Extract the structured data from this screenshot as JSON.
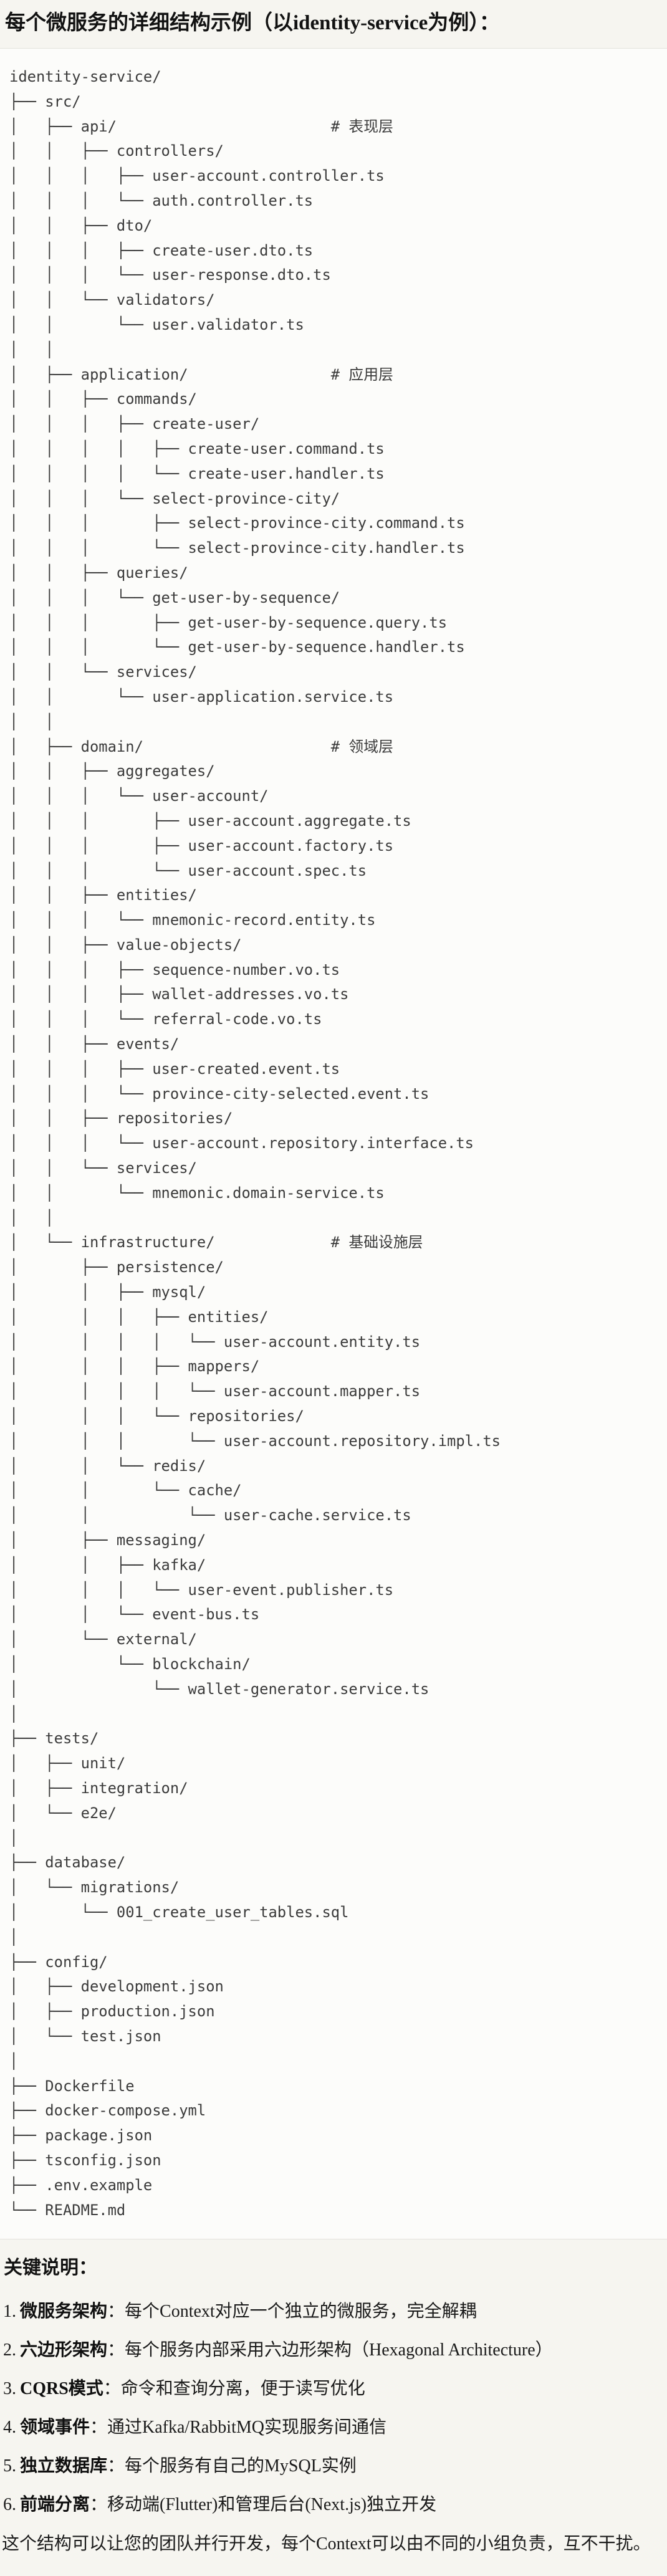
{
  "page": {
    "title": "每个微服务的详细结构示例（以identity-service为例）：",
    "background_color": "#f6f5f0",
    "code_block_background": "#fcfcfa",
    "code_block_border": "#e3e2dc",
    "tree_text_color": "#3b3b3b"
  },
  "file_tree": {
    "lines": [
      "identity-service/",
      "├── src/",
      "│   ├── api/                        # 表现层",
      "│   │   ├── controllers/",
      "│   │   │   ├── user-account.controller.ts",
      "│   │   │   └── auth.controller.ts",
      "│   │   ├── dto/",
      "│   │   │   ├── create-user.dto.ts",
      "│   │   │   └── user-response.dto.ts",
      "│   │   └── validators/",
      "│   │       └── user.validator.ts",
      "│   │",
      "│   ├── application/                # 应用层",
      "│   │   ├── commands/",
      "│   │   │   ├── create-user/",
      "│   │   │   │   ├── create-user.command.ts",
      "│   │   │   │   └── create-user.handler.ts",
      "│   │   │   └── select-province-city/",
      "│   │   │       ├── select-province-city.command.ts",
      "│   │   │       └── select-province-city.handler.ts",
      "│   │   ├── queries/",
      "│   │   │   └── get-user-by-sequence/",
      "│   │   │       ├── get-user-by-sequence.query.ts",
      "│   │   │       └── get-user-by-sequence.handler.ts",
      "│   │   └── services/",
      "│   │       └── user-application.service.ts",
      "│   │",
      "│   ├── domain/                     # 领域层",
      "│   │   ├── aggregates/",
      "│   │   │   └── user-account/",
      "│   │   │       ├── user-account.aggregate.ts",
      "│   │   │       ├── user-account.factory.ts",
      "│   │   │       └── user-account.spec.ts",
      "│   │   ├── entities/",
      "│   │   │   └── mnemonic-record.entity.ts",
      "│   │   ├── value-objects/",
      "│   │   │   ├── sequence-number.vo.ts",
      "│   │   │   ├── wallet-addresses.vo.ts",
      "│   │   │   └── referral-code.vo.ts",
      "│   │   ├── events/",
      "│   │   │   ├── user-created.event.ts",
      "│   │   │   └── province-city-selected.event.ts",
      "│   │   ├── repositories/",
      "│   │   │   └── user-account.repository.interface.ts",
      "│   │   └── services/",
      "│   │       └── mnemonic.domain-service.ts",
      "│   │",
      "│   └── infrastructure/             # 基础设施层",
      "│       ├── persistence/",
      "│       │   ├── mysql/",
      "│       │   │   ├── entities/",
      "│       │   │   │   └── user-account.entity.ts",
      "│       │   │   ├── mappers/",
      "│       │   │   │   └── user-account.mapper.ts",
      "│       │   │   └── repositories/",
      "│       │   │       └── user-account.repository.impl.ts",
      "│       │   └── redis/",
      "│       │       └── cache/",
      "│       │           └── user-cache.service.ts",
      "│       ├── messaging/",
      "│       │   ├── kafka/",
      "│       │   │   └── user-event.publisher.ts",
      "│       │   └── event-bus.ts",
      "│       └── external/",
      "│           └── blockchain/",
      "│               └── wallet-generator.service.ts",
      "│",
      "├── tests/",
      "│   ├── unit/",
      "│   ├── integration/",
      "│   └── e2e/",
      "│",
      "├── database/",
      "│   └── migrations/",
      "│       └── 001_create_user_tables.sql",
      "│",
      "├── config/",
      "│   ├── development.json",
      "│   ├── production.json",
      "│   └── test.json",
      "│",
      "├── Dockerfile",
      "├── docker-compose.yml",
      "├── package.json",
      "├── tsconfig.json",
      "├── .env.example",
      "└── README.md"
    ]
  },
  "notes": {
    "heading": "关键说明：",
    "items": [
      {
        "num": "1.",
        "label": "微服务架构",
        "text": "：每个Context对应一个独立的微服务，完全解耦"
      },
      {
        "num": "2.",
        "label": "六边形架构",
        "text": "：每个服务内部采用六边形架构（Hexagonal Architecture）"
      },
      {
        "num": "3.",
        "label": "CQRS模式",
        "text": "：命令和查询分离，便于读写优化"
      },
      {
        "num": "4.",
        "label": "领域事件",
        "text": "：通过Kafka/RabbitMQ实现服务间通信"
      },
      {
        "num": "5.",
        "label": "独立数据库",
        "text": "：每个服务有自己的MySQL实例"
      },
      {
        "num": "6.",
        "label": "前端分离",
        "text": "：移动端(Flutter)和管理后台(Next.js)独立开发"
      }
    ]
  },
  "footer": {
    "text": "这个结构可以让您的团队并行开发，每个Context可以由不同的小组负责，互不干扰。"
  }
}
